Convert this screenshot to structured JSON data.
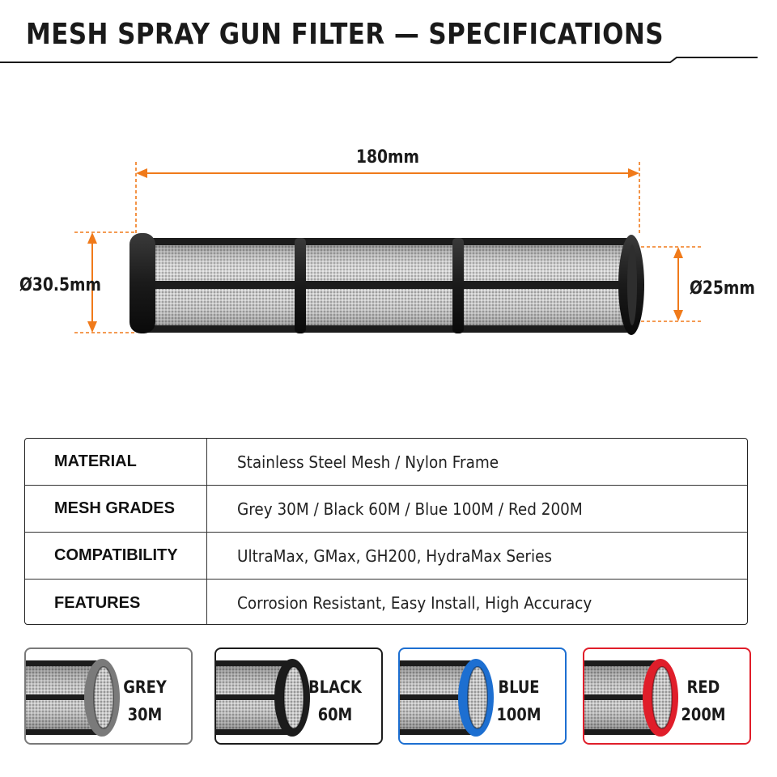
{
  "page": {
    "title": "MESH SPRAY GUN FILTER — SPECIFICATIONS"
  },
  "dimensions": {
    "length": "180mm",
    "outer_diameter": "Ø30.5mm",
    "inner_diameter": "Ø25mm",
    "accent_color": "#f07a1a"
  },
  "specs": [
    {
      "key": "MATERIAL",
      "value": "Stainless Steel Mesh / Nylon Frame"
    },
    {
      "key": "MESH GRADES",
      "value": "Grey 30M / Black 60M / Blue 100M / Red 200M"
    },
    {
      "key": "COMPATIBILITY",
      "value": "UltraMax, GMax, GH200, HydraMax Series"
    },
    {
      "key": "FEATURES",
      "value": "Corrosion Resistant, Easy Install, High Accuracy"
    }
  ],
  "grades": [
    {
      "color_name": "GREY",
      "mesh": "30M",
      "color": "#7a7a7a"
    },
    {
      "color_name": "BLACK",
      "mesh": "60M",
      "color": "#1c1c1c"
    },
    {
      "color_name": "BLUE",
      "mesh": "100M",
      "color": "#1d6fd1"
    },
    {
      "color_name": "RED",
      "mesh": "200M",
      "color": "#e01e2a"
    }
  ]
}
